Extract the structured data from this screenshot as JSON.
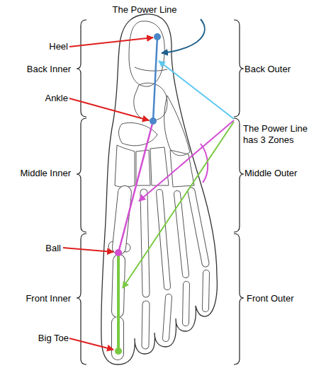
{
  "diagram": {
    "labels": [
      "The Power Line",
      "Heel",
      "Back Inner",
      "Back Outer",
      "Ankle",
      "The Power Line has 3 Zones",
      "Middle Inner",
      "Middle Outer",
      "Ball",
      "Front Inner",
      "Front Outer",
      "Big Toe"
    ]
  }
}
